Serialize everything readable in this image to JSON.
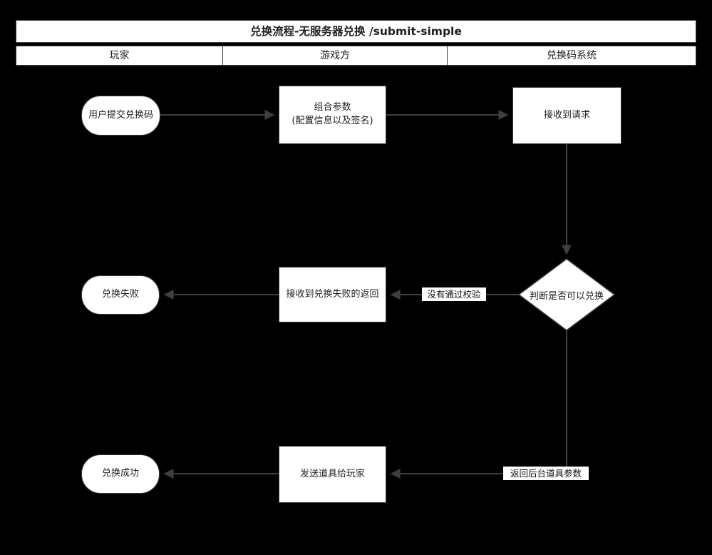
{
  "diagram": {
    "title": "兑换流程-无服务器兑换 /submit-simple",
    "lanes": [
      {
        "label": "玩家"
      },
      {
        "label": "游戏方"
      },
      {
        "label": "兑换码系统"
      }
    ],
    "nodes": {
      "submit_code": "用户提交兑换码",
      "combine_params_line1": "组合参数",
      "combine_params_line2": "(配置信息以及签名)",
      "receive_request": "接收到请求",
      "decision": "判断是否可以兑换",
      "receive_fail_return": "接收到兑换失败的返回",
      "redeem_fail": "兑换失败",
      "send_item": "发送道具给玩家",
      "redeem_success": "兑换成功"
    },
    "edge_labels": {
      "validation_failed": "没有通过校验",
      "return_item_params": "返回后台道具参数"
    },
    "colors": {
      "background": "#000000",
      "shape_fill": "#ffffff",
      "stroke": "#3f3f3f",
      "text": "#1f1f1f"
    }
  }
}
